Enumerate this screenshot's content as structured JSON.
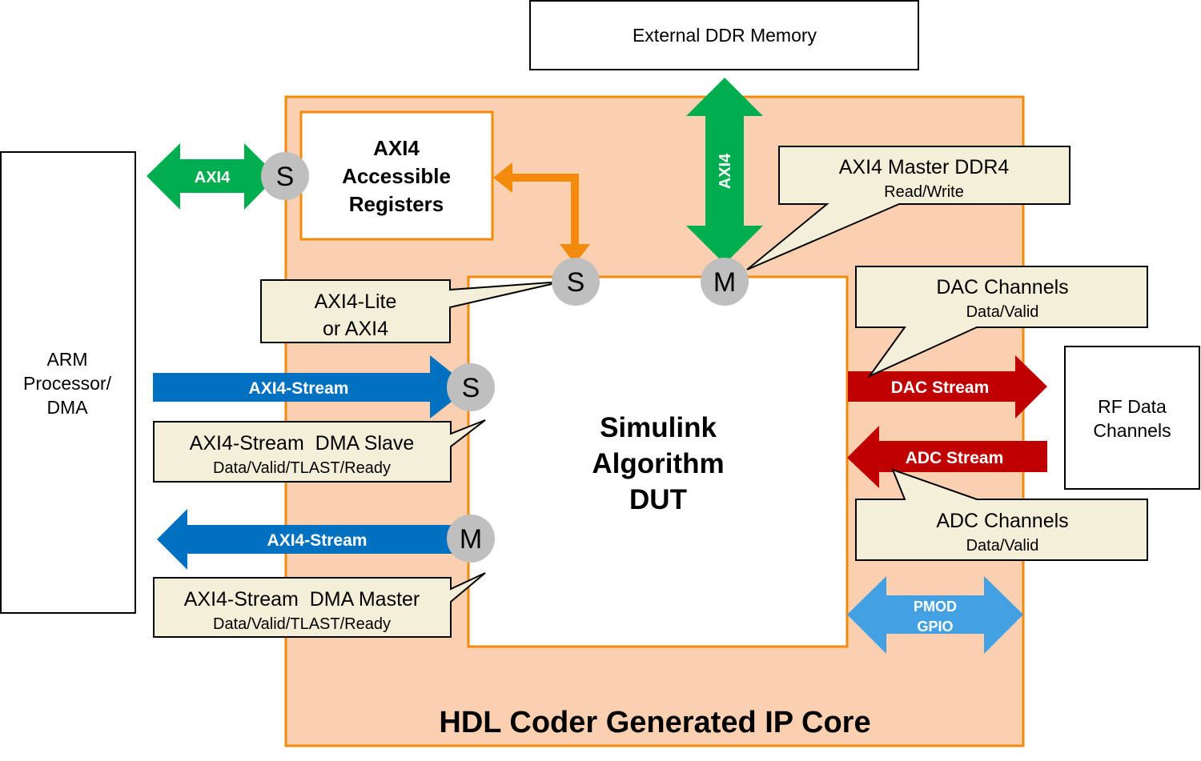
{
  "colors": {
    "ip_core_fill": "#FBD0B0",
    "ip_core_border": "#F28A0C",
    "axi4_green": "#00AE4F",
    "axi_stream_blue": "#0070C0",
    "rf_stream_red": "#C00000",
    "pmod_blue": "#43A0E2",
    "callout_fill": "#F3EFD8",
    "port_gray": "#BFBFBF"
  },
  "external_ddr": {
    "label": "External DDR Memory"
  },
  "arm_processor": {
    "lines": [
      "ARM",
      "Processor/",
      "DMA"
    ]
  },
  "rf_data_channels": {
    "lines": [
      "RF Data",
      "Channels"
    ]
  },
  "ip_core": {
    "title": "HDL Coder Generated IP Core"
  },
  "registers": {
    "lines": [
      "AXI4",
      "Accessible",
      "Registers"
    ]
  },
  "dut": {
    "lines": [
      "Simulink",
      "Algorithm",
      "DUT"
    ]
  },
  "arrows": {
    "axi4_left": "AXI4",
    "axi4_ddr": "AXI4",
    "axi_stream_in": "AXI4-Stream",
    "axi_stream_out": "AXI4-Stream",
    "dac_stream": "DAC Stream",
    "adc_stream": "ADC Stream",
    "pmod_gpio": [
      "PMOD",
      "GPIO"
    ]
  },
  "ports": {
    "axi4_slave_left": "S",
    "axi_lite_slave": "S",
    "ddr_master": "M",
    "stream_slave": "S",
    "stream_master": "M"
  },
  "callouts": {
    "axi4_master_ddr4": {
      "title": "AXI4 Master DDR4",
      "sub": "Read/Write"
    },
    "axi4_lite": {
      "lines": [
        "AXI4-Lite",
        "or AXI4"
      ]
    },
    "dma_slave": {
      "title": "AXI4-Stream  DMA Slave",
      "sub": "Data/Valid/TLAST/Ready"
    },
    "dma_master": {
      "title": "AXI4-Stream  DMA Master",
      "sub": "Data/Valid/TLAST/Ready"
    },
    "dac_channels": {
      "title": "DAC Channels",
      "sub": "Data/Valid"
    },
    "adc_channels": {
      "title": "ADC Channels",
      "sub": "Data/Valid"
    }
  }
}
